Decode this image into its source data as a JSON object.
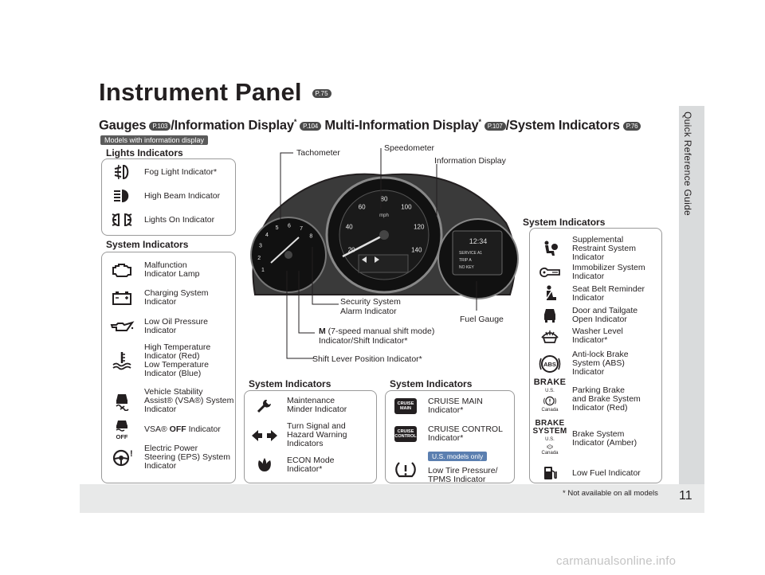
{
  "page": {
    "title": "Instrument Panel",
    "title_ref": "P.75",
    "page_number": "11",
    "side_tab": "Quick Reference Guide",
    "footnote": "* Not available on all models",
    "watermark": "carmanualsonline.info"
  },
  "subtitle": {
    "gauges": "Gauges",
    "gauges_ref": "P.103",
    "info_display": "/Information Display",
    "info_ref": "P.104",
    "mid": "Multi-Information Display",
    "mid_ref": "P.107",
    "sys": "/System Indicators",
    "sys_ref": "P.76",
    "star": "*"
  },
  "models_tag": "Models with information display",
  "lights": {
    "title": "Lights Indicators",
    "items": [
      {
        "icon": "fog-light-icon",
        "label": "Fog Light Indicator*"
      },
      {
        "icon": "high-beam-icon",
        "label": "High Beam Indicator"
      },
      {
        "icon": "lights-on-icon",
        "label": "Lights On Indicator"
      }
    ]
  },
  "left_system": {
    "title": "System Indicators",
    "items": [
      {
        "icon": "engine-icon",
        "label": "Malfunction\nIndicator Lamp"
      },
      {
        "icon": "battery-icon",
        "label": "Charging System\nIndicator"
      },
      {
        "icon": "oil-can-icon",
        "label": "Low Oil Pressure\nIndicator"
      },
      {
        "icon": "thermometer-icon",
        "label": "High Temperature\nIndicator (Red)\nLow Temperature\nIndicator (Blue)"
      },
      {
        "icon": "skid-car-icon",
        "label": "Vehicle Stability\nAssist® (VSA®) System\nIndicator"
      },
      {
        "icon": "vsa-off-icon",
        "label_pre": "VSA® ",
        "label_bold": "OFF",
        "label_post": " Indicator"
      },
      {
        "icon": "steering-icon",
        "label": "Electric Power\nSteering (EPS) System\nIndicator"
      }
    ]
  },
  "callouts": {
    "tachometer": "Tachometer",
    "speedometer": "Speedometer",
    "info_display": "Information Display",
    "fuel_gauge": "Fuel Gauge",
    "security": "Security System\nAlarm Indicator",
    "m_bold": "M",
    "m_rest": " (7-speed manual shift mode)",
    "m_line2": "Indicator/Shift Indicator*",
    "shift_lever": "Shift Lever Position Indicator*"
  },
  "center_system": {
    "title": "System Indicators",
    "items": [
      {
        "icon": "wrench-icon",
        "label": "Maintenance\nMinder Indicator"
      },
      {
        "icon": "turn-signal-icon",
        "label": "Turn Signal and\nHazard Warning\nIndicators"
      },
      {
        "icon": "econ-leaf-icon",
        "label": "ECON Mode\nIndicator*"
      }
    ]
  },
  "cruise_system": {
    "title": "System Indicators",
    "items": [
      {
        "icon": "cruise-main-icon",
        "badge": "CRUISE\nMAIN",
        "label": "CRUISE MAIN\nIndicator*"
      },
      {
        "icon": "cruise-control-icon",
        "badge": "CRUISE\nCONTROL",
        "label": "CRUISE CONTROL\nIndicator*"
      },
      {
        "icon": "tpms-icon",
        "label": "Low Tire Pressure/\nTPMS Indicator"
      }
    ],
    "us_only": "U.S. models only"
  },
  "right_system": {
    "title": "System Indicators",
    "items": [
      {
        "icon": "airbag-icon",
        "label": "Supplemental\nRestraint System\nIndicator"
      },
      {
        "icon": "key-icon",
        "label": "Immobilizer System\nIndicator"
      },
      {
        "icon": "seatbelt-icon",
        "label": "Seat Belt Reminder\nIndicator"
      },
      {
        "icon": "door-icon",
        "label": "Door and Tailgate\nOpen Indicator"
      },
      {
        "icon": "washer-icon",
        "label": "Washer Level\nIndicator*"
      },
      {
        "icon": "abs-icon",
        "label": "Anti-lock Brake\nSystem (ABS)\nIndicator"
      },
      {
        "icon": "brake-icon",
        "label": "Parking Brake\nand Brake System\nIndicator (Red)"
      },
      {
        "icon": "brake-system-icon",
        "label": "Brake System\nIndicator (Amber)"
      },
      {
        "icon": "fuel-pump-icon",
        "label": "Low Fuel Indicator"
      }
    ],
    "brake_word": "BRAKE",
    "brake_system_word": "BRAKE\nSYSTEM",
    "us": "U.S.",
    "canada": "Canada"
  },
  "gauge": {
    "tach_ticks": [
      "1",
      "2",
      "3",
      "4",
      "5",
      "6",
      "7",
      "8"
    ],
    "speed_ticks": [
      "20",
      "40",
      "60",
      "80",
      "100",
      "120",
      "140"
    ],
    "unit": "mph",
    "odo": "12:34",
    "display_lines": [
      "SERVICE A1",
      "TRIP A",
      "NO KEY"
    ]
  }
}
